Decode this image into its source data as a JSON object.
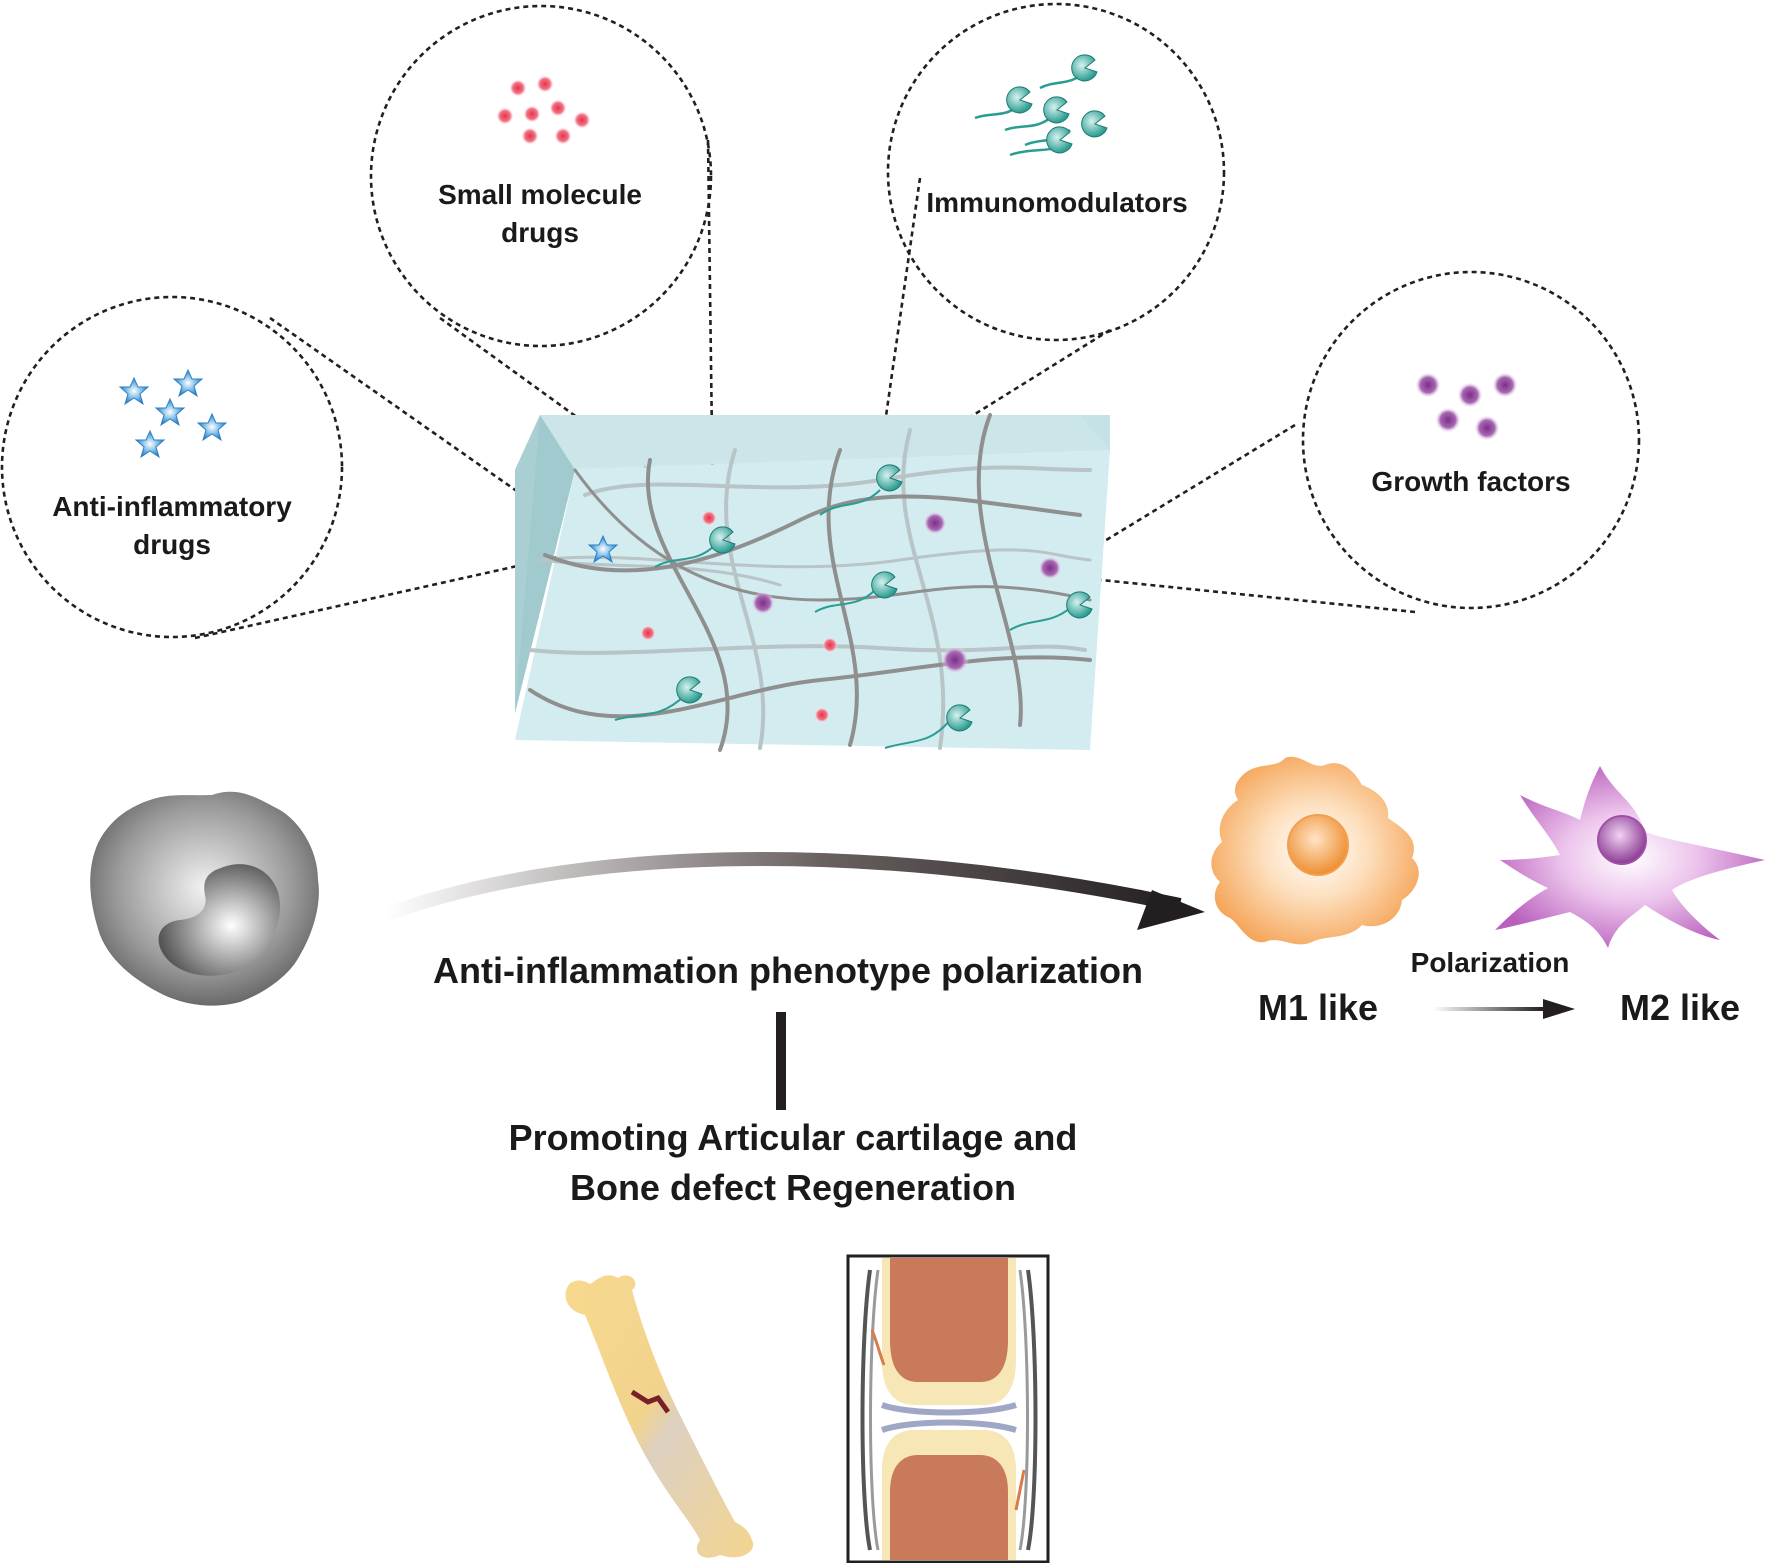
{
  "labels": {
    "anti_inflammatory": [
      "Anti-inflammatory",
      "drugs"
    ],
    "small_molecule": [
      "Small molecule",
      "drugs"
    ],
    "immunomodulators": "Immunomodulators",
    "growth_factors": "Growth factors",
    "main_process": "Anti-inflammation phenotype polarization",
    "outcome": [
      "Promoting Articular cartilage and",
      "Bone defect Regeneration"
    ],
    "m1": "M1 like",
    "m2": "M2 like",
    "polarization": "Polarization"
  },
  "colors": {
    "hydrogel": "#d3ecef",
    "hydrogel_side": "#a9cfd3",
    "fiber": "#8f8f8f",
    "star": "#3f8fd0",
    "small_drug": "#e8334a",
    "immuno": "#2a9d92",
    "growth": "#8b3f95",
    "m1_cell": "#f6b470",
    "m2_cell": "#c472c6",
    "bone": "#f4d58f",
    "joint_bone": "#c97a5a",
    "cartilage": "#f7e6b6"
  }
}
